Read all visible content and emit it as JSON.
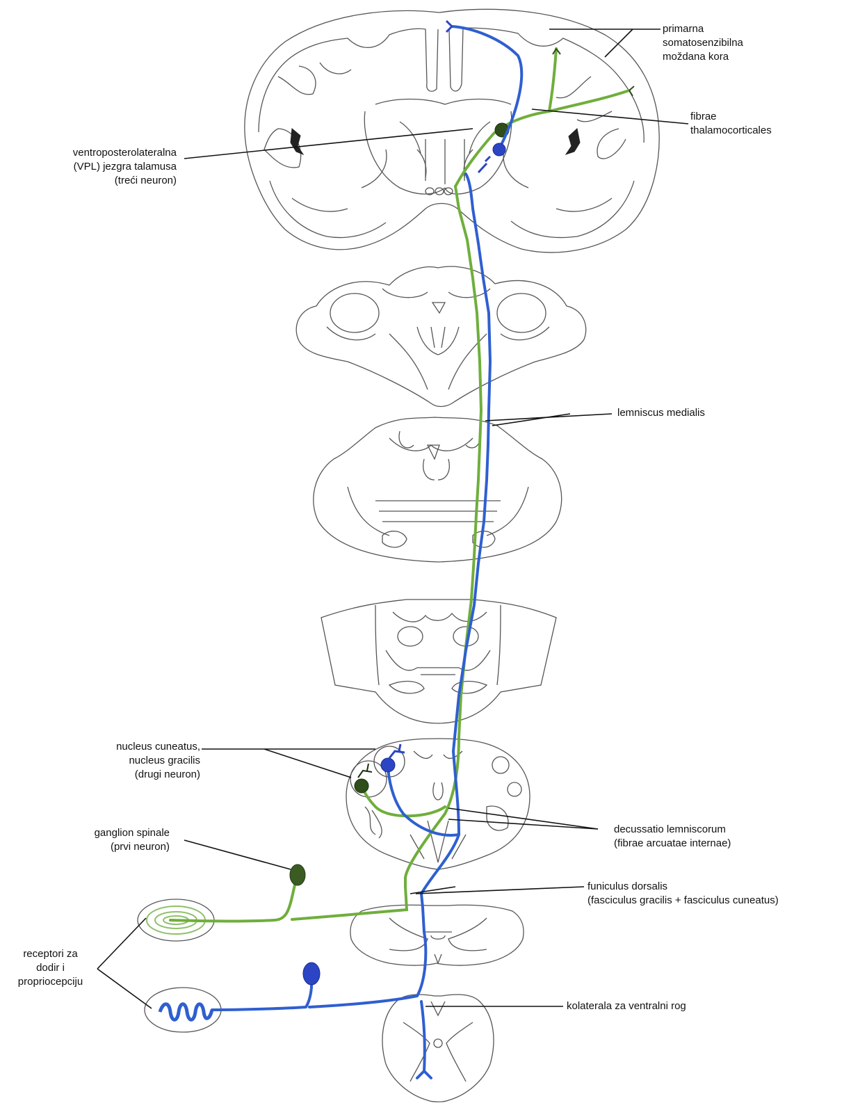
{
  "colors": {
    "green_pathway": "#6fae3c",
    "blue_pathway": "#2f5fd0",
    "outline": "#555555",
    "label_text": "#111111"
  },
  "labels": {
    "cortex": [
      "primarna",
      "somatosenzibilna",
      "moždana kora"
    ],
    "thalamocortical": [
      "fibrae",
      "thalamocorticales"
    ],
    "vpl": [
      "ventroposterolateralna",
      "(VPL) jezgra talamusa",
      "(treći neuron)"
    ],
    "lemniscus": [
      "lemniscus medialis"
    ],
    "nuclei": [
      "nucleus cuneatus,",
      "nucleus gracilis",
      "(drugi neuron)"
    ],
    "decussatio": [
      "decussatio lemniscorum",
      "(fibrae arcuatae internae)"
    ],
    "ganglion": [
      "ganglion spinale",
      "(prvi neuron)"
    ],
    "funiculus": [
      "funiculus dorsalis",
      "(fasciculus gracilis + fasciculus cuneatus)"
    ],
    "receptors": [
      "receptori za",
      "dodir i",
      "propriocepciju"
    ],
    "collateral": [
      "kolaterala za ventralni rog"
    ]
  }
}
